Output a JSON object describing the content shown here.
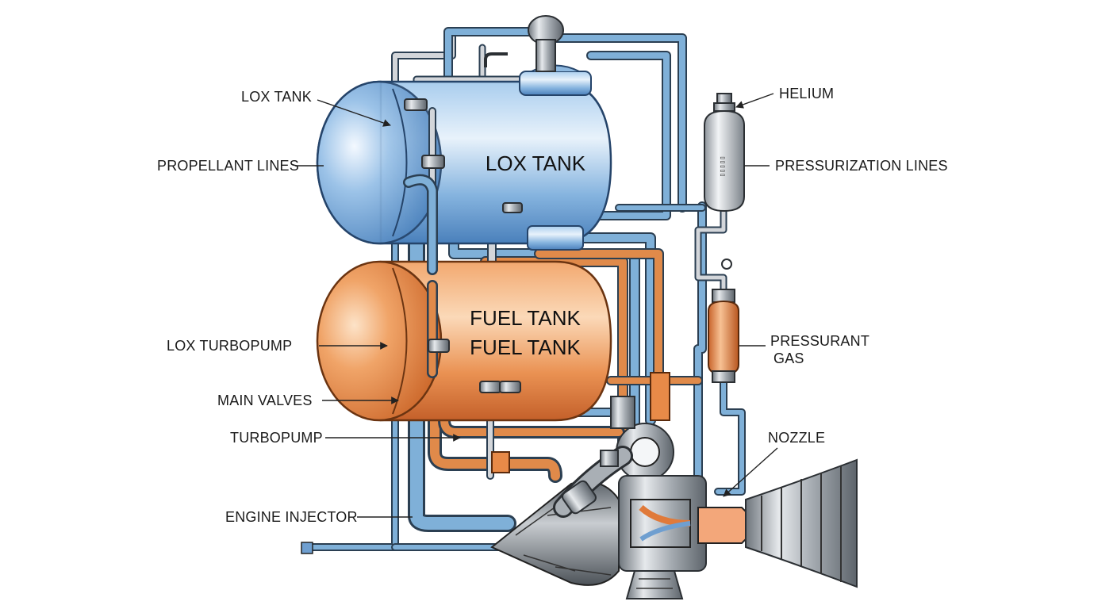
{
  "tank_labels": {
    "lox": "LOX TANK",
    "fuel_1": "FUEL TANK",
    "fuel_2": "FUEL TANK"
  },
  "callouts": {
    "lox_tank": "LOX TANK",
    "propellant_lines": "PROPELLANT LINES",
    "lox_turbopump": "LOX TURBOPUMP",
    "main_valves": "MAIN VALVES",
    "turbopump": "TURBOPUMP",
    "engine_injector": "ENGINE INJECTOR",
    "helium": "HELIUM",
    "pressurization_lines": "PRESSURIZATION LINES",
    "pressurant_gas_1": "PRESSURANT",
    "pressurant_gas_2": "GAS",
    "nozzle": "NOZZLE"
  },
  "colors": {
    "lox": "#5b8fc4",
    "fuel": "#e07a3a",
    "metal": "#9ea4aa"
  }
}
